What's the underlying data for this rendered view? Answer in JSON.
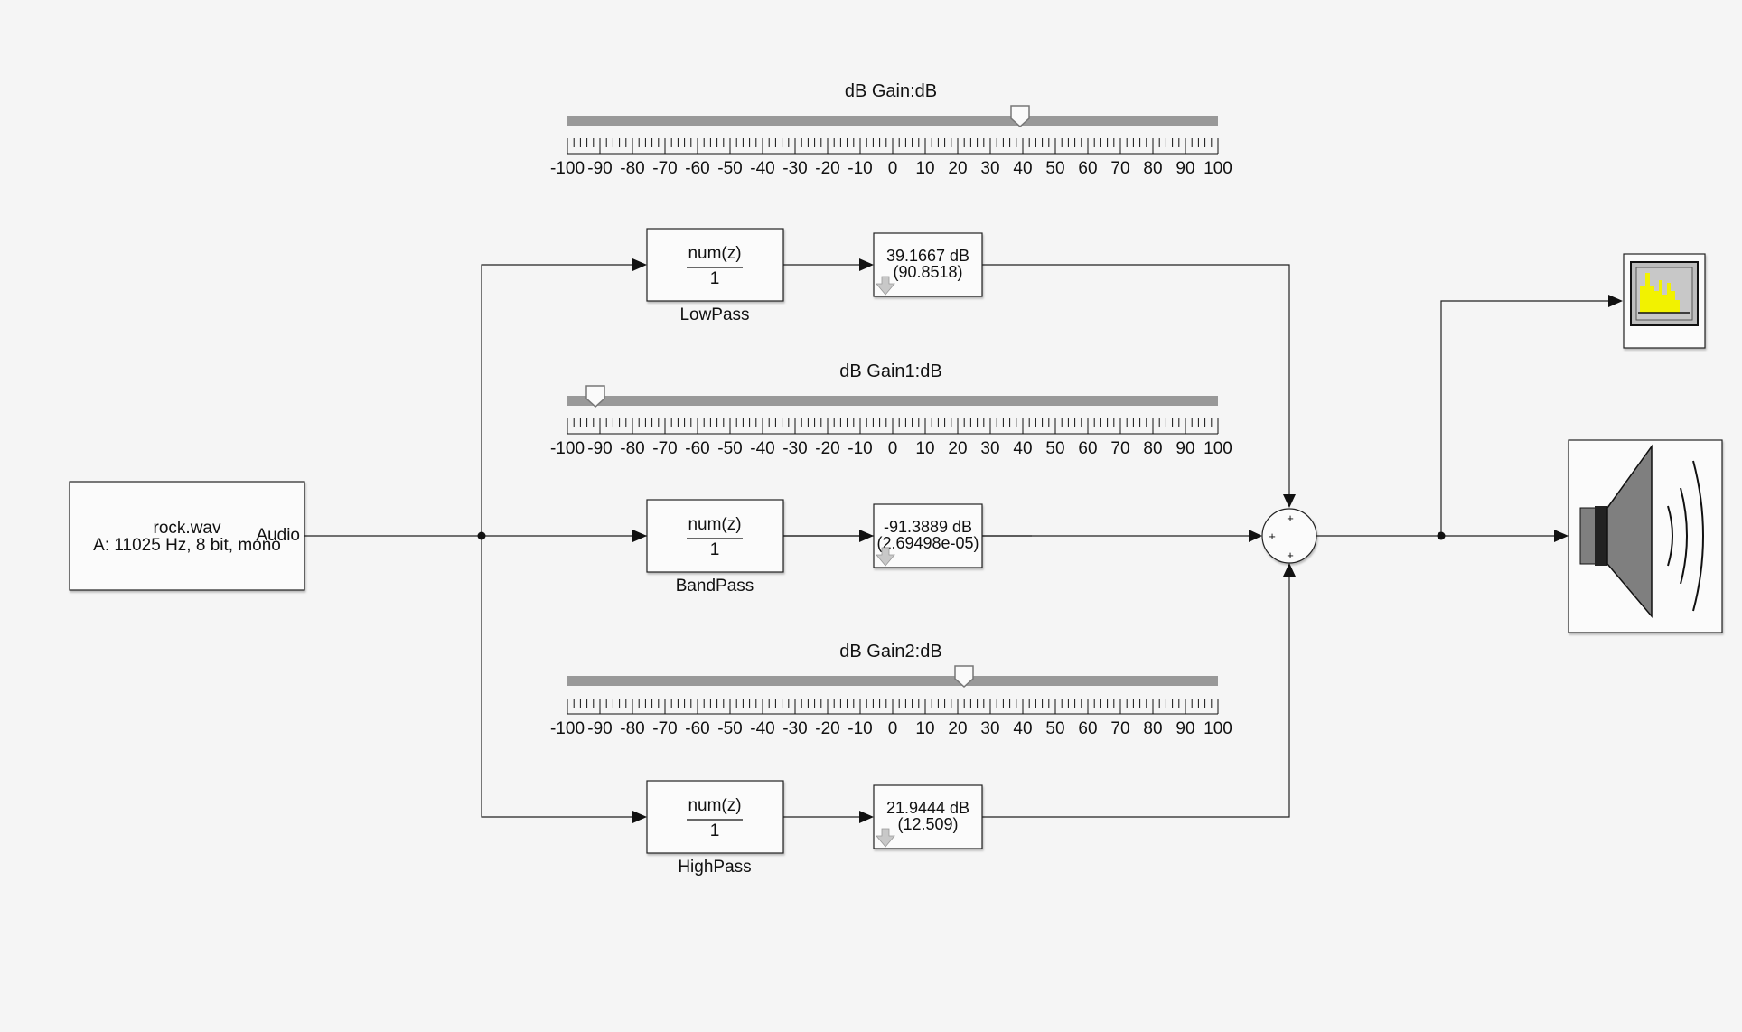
{
  "source": {
    "file_label": "rock.wav",
    "info_label": "A: 11025 Hz, 8 bit, mono",
    "port_label": "Audio"
  },
  "sliders": [
    {
      "title": "dB Gain:dB",
      "min": -100,
      "max": 100,
      "value": 39.1667,
      "tick_labels": [
        "-100",
        "-90",
        "-80",
        "-70",
        "-60",
        "-50",
        "-40",
        "-30",
        "-20",
        "-10",
        "0",
        "10",
        "20",
        "30",
        "40",
        "50",
        "60",
        "70",
        "80",
        "90",
        "100"
      ]
    },
    {
      "title": "dB Gain1:dB",
      "min": -100,
      "max": 100,
      "value": -91.3889,
      "tick_labels": [
        "-100",
        "-90",
        "-80",
        "-70",
        "-60",
        "-50",
        "-40",
        "-30",
        "-20",
        "-10",
        "0",
        "10",
        "20",
        "30",
        "40",
        "50",
        "60",
        "70",
        "80",
        "90",
        "100"
      ]
    },
    {
      "title": "dB Gain2:dB",
      "min": -100,
      "max": 100,
      "value": 21.9444,
      "tick_labels": [
        "-100",
        "-90",
        "-80",
        "-70",
        "-60",
        "-50",
        "-40",
        "-30",
        "-20",
        "-10",
        "0",
        "10",
        "20",
        "30",
        "40",
        "50",
        "60",
        "70",
        "80",
        "90",
        "100"
      ]
    }
  ],
  "filters": [
    {
      "numerator": "num(z)",
      "denominator": "1",
      "name": "LowPass"
    },
    {
      "numerator": "num(z)",
      "denominator": "1",
      "name": "BandPass"
    },
    {
      "numerator": "num(z)",
      "denominator": "1",
      "name": "HighPass"
    }
  ],
  "gains": [
    {
      "db_label": "39.1667 dB",
      "linear_label": "(90.8518)"
    },
    {
      "db_label": "-91.3889 dB",
      "linear_label": "(2.69498e-05)"
    },
    {
      "db_label": "21.9444 dB",
      "linear_label": "(12.509)"
    }
  ],
  "sum": {
    "signs": [
      "+",
      "+",
      "+"
    ]
  },
  "colors": {
    "slider_track": "#999999",
    "wire": "#222222",
    "scope_display": "#f2f200",
    "speaker": "#7f7f7f"
  },
  "icons": {
    "scope": "spectrum-scope-icon",
    "speaker": "audio-device-writer-speaker-icon"
  }
}
